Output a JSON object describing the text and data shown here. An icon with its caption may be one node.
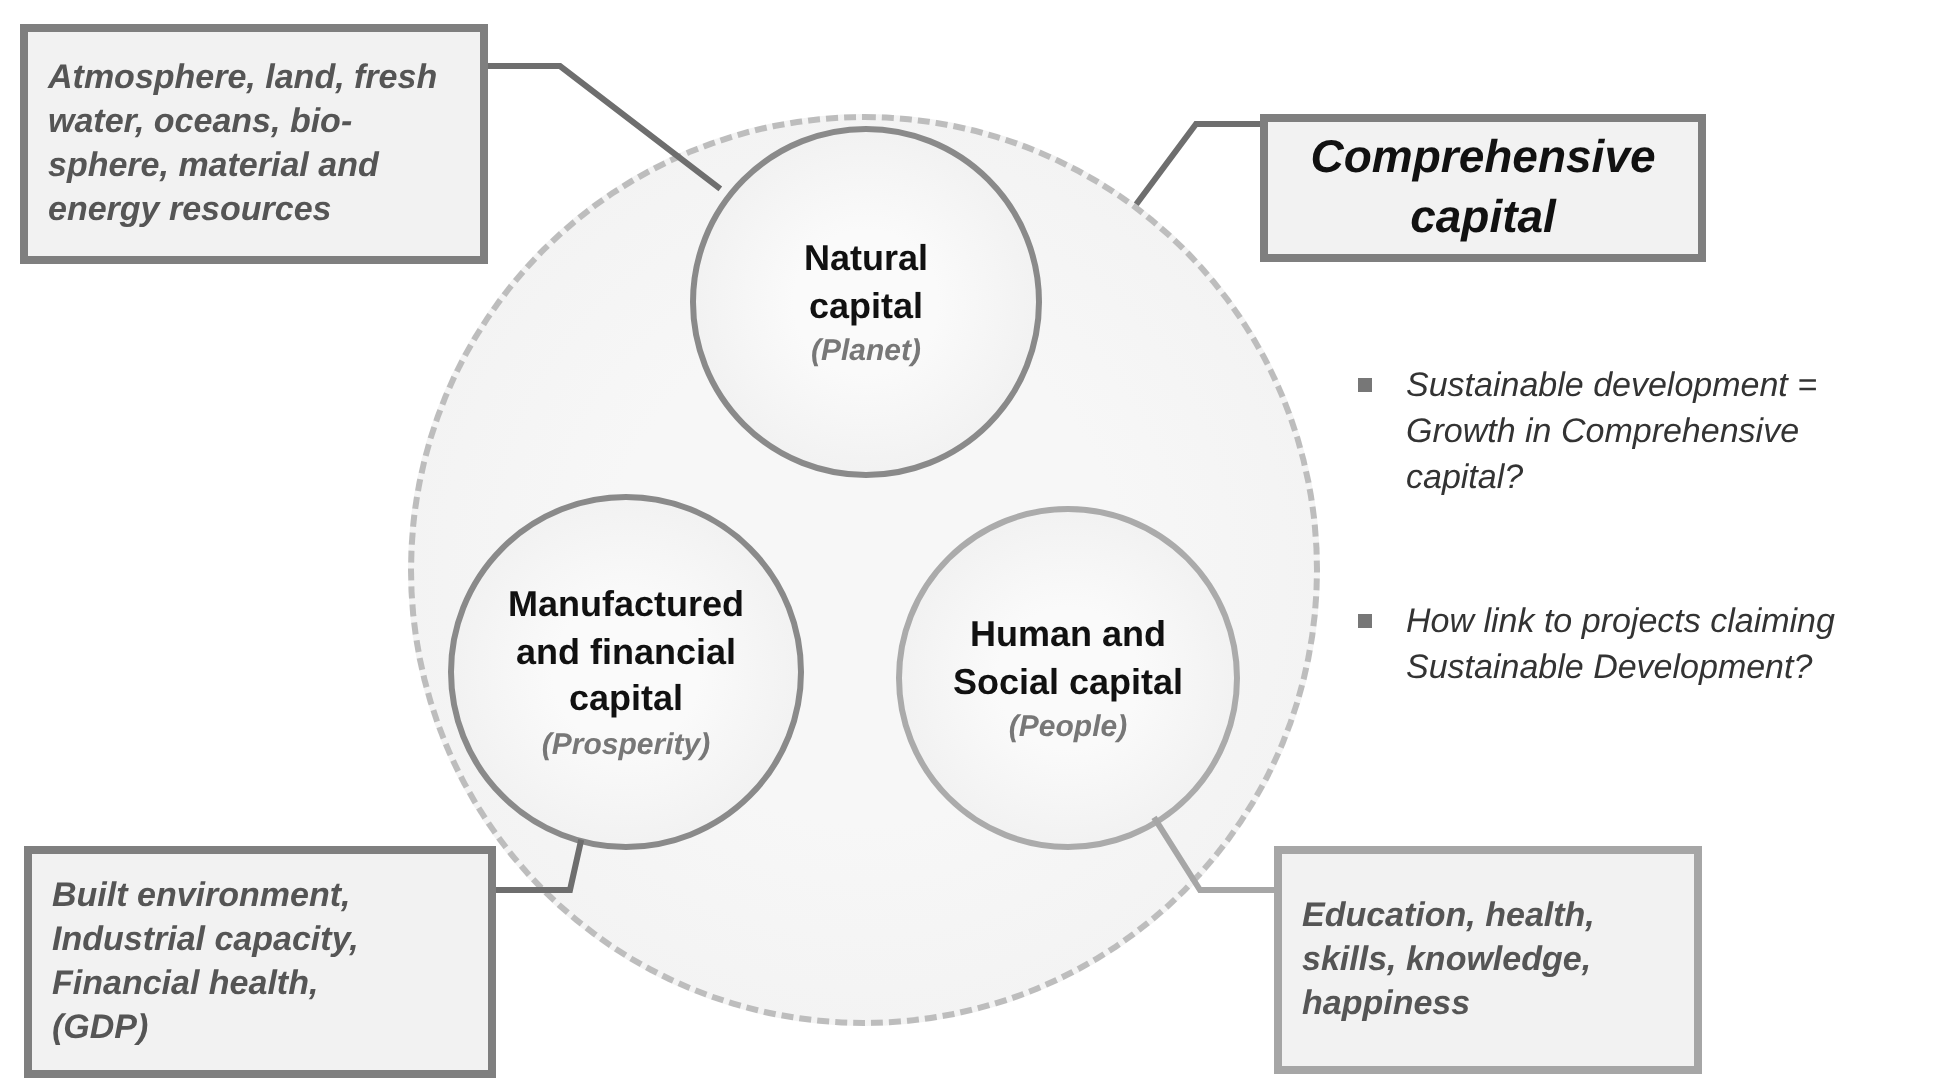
{
  "diagram": {
    "nodes": [
      {
        "text": [
          "Atmosphere, land, fresh water, oceans, bio-sphere, material and energy resources"
        ]
      },
      {
        "text": [],
        "shape": "circle"
      },
      {
        "text": [
          "Natural capital",
          "(Planet)"
        ],
        "in": 1
      },
      {
        "text": [
          "Comprehensive capital"
        ]
      },
      {
        "text": [
          "Manufactured and financial capital",
          "(Prosperity)"
        ],
        "in": 1
      },
      {
        "text": [
          "Human and Social capital",
          "(People)"
        ],
        "in": 1
      },
      {
        "text": [
          "Built environment, Industrial capacity, Financial health, (GDP)"
        ]
      },
      {
        "text": [
          "Education, health, skills, knowledge, happiness"
        ]
      }
    ],
    "edges": [
      {
        "from": 0,
        "to": 2,
        "arrow": "none"
      },
      {
        "from": 3,
        "to": 1,
        "arrow": "none"
      },
      {
        "from": 6,
        "to": 4,
        "arrow": "none"
      },
      {
        "from": 7,
        "to": 5,
        "arrow": "none",
        "color": "#a6a6a6"
      }
    ],
    "labels": [
      "Sustainable development = Growth in Comprehensive capital?",
      "How link to projects claiming Sustainable Development?"
    ]
  }
}
